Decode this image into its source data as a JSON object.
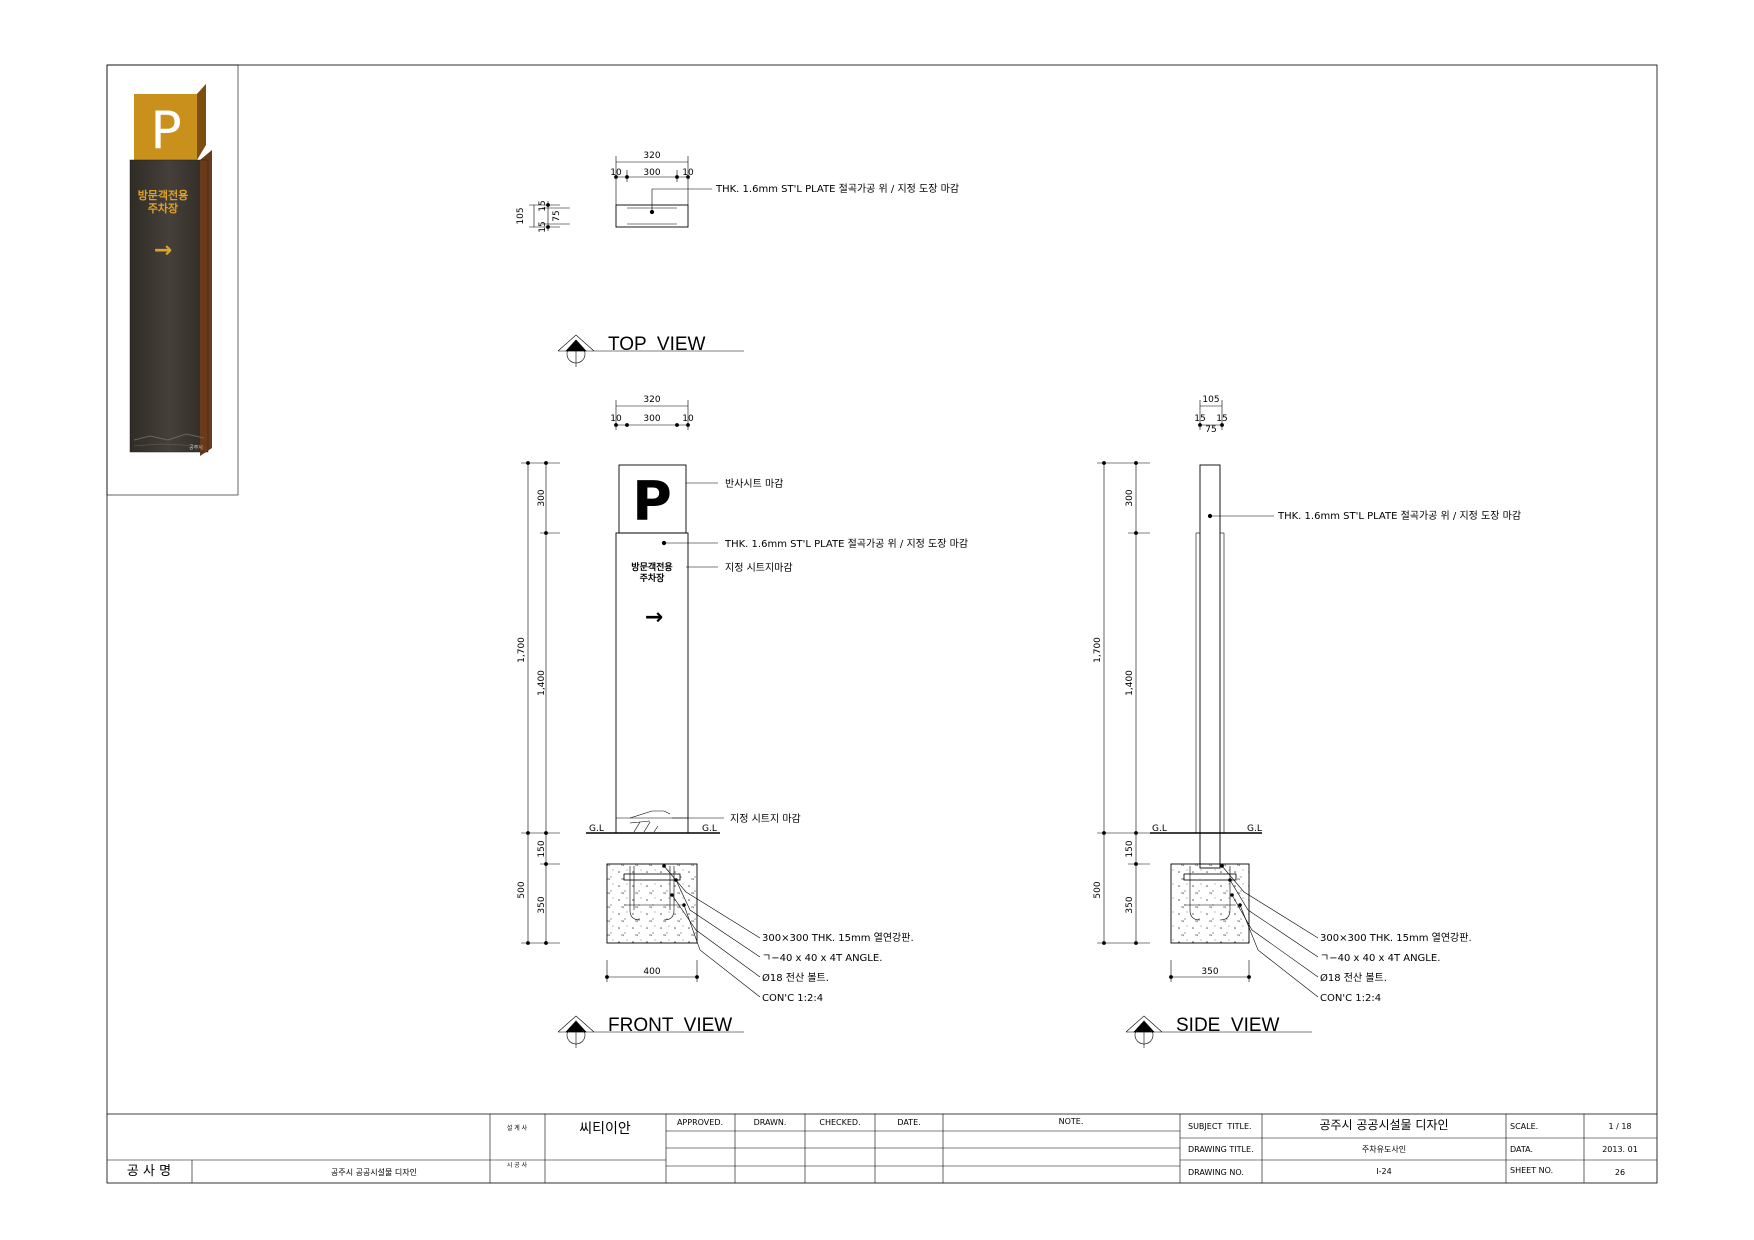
{
  "render_sign": {
    "symbol": "P",
    "title_line1": "방문객전용",
    "title_line2": "주차장",
    "arrow": "→",
    "footer_text": "공주시",
    "colors": {
      "gold": "#C9901C",
      "panel": "#3F3A31",
      "edge": "#6B3A1A",
      "accent": "#E0A22A"
    }
  },
  "top_view": {
    "title": "TOP  VIEW",
    "dims_width": [
      "320",
      "10",
      "300",
      "10"
    ],
    "dims_depth": [
      "105",
      "15",
      "75",
      "15"
    ],
    "note": "THK. 1.6mm ST'L PLATE 절곡가공 위 / 지정 도장 마감"
  },
  "front_view": {
    "title": "FRONT  VIEW",
    "dims_width": [
      "320",
      "10",
      "300",
      "10"
    ],
    "dims_height": [
      "300",
      "1,700",
      "1,400",
      "150",
      "500",
      "350"
    ],
    "footing_width": "400",
    "symbol": "P",
    "sign_line1": "방문객전용",
    "sign_line2": "주차장",
    "arrow": "→",
    "gl_left": "G.L",
    "gl_right": "G.L",
    "notes": {
      "reflective": "반사시트 마감",
      "plate": "THK. 1.6mm ST'L PLATE 절곡가공 위 / 지정 도장 마감",
      "sheet": "지정 시트지마감",
      "sheet_bottom": "지정 시트지 마감",
      "base_plate": "300×300 THK. 15mm 열연강판.",
      "angle": "ㄱ−40 x 40 x 4T ANGLE.",
      "bolt": "Ø18 전산 볼트.",
      "concrete": "CON'C 1:2:4"
    }
  },
  "side_view": {
    "title": "SIDE  VIEW",
    "dims_depth": [
      "105",
      "15",
      "15",
      "75"
    ],
    "dims_height": [
      "300",
      "1,700",
      "1,400",
      "150",
      "500",
      "350"
    ],
    "footing_width": "350",
    "gl_left": "G.L",
    "gl_right": "G.L",
    "notes": {
      "plate": "THK. 1.6mm ST'L PLATE 절곡가공 위 / 지정 도장 마감",
      "base_plate": "300×300 THK. 15mm 열연강판.",
      "angle": "ㄱ−40 x 40 x 4T ANGLE.",
      "bolt": "Ø18 전산 볼트.",
      "concrete": "CON'C 1:2:4"
    }
  },
  "title_block": {
    "project_label": "공 사 명",
    "project_value": "공주시 공공시설물 디자인",
    "designer_label": "설 계 사",
    "designer_value": "씨티이안",
    "builder_label": "시 공 사",
    "headers": [
      "APPROVED.",
      "DRAWN.",
      "CHECKED.",
      "DATE."
    ],
    "note_label": "NOTE.",
    "subject_title_label": "SUBJECT  TITLE.",
    "subject_title_value": "공주시 공공시설물 디자인",
    "drawing_title_label": "DRAWING TITLE.",
    "drawing_title_value": "주차유도사인",
    "drawing_no_label": "DRAWING NO.",
    "drawing_no_value": "I-24",
    "scale_label": "SCALE.",
    "scale_value": "1 / 18",
    "data_label": "DATA.",
    "data_value": "2013. 01",
    "sheet_no_label": "SHEET NO.",
    "sheet_no_value": "26"
  }
}
